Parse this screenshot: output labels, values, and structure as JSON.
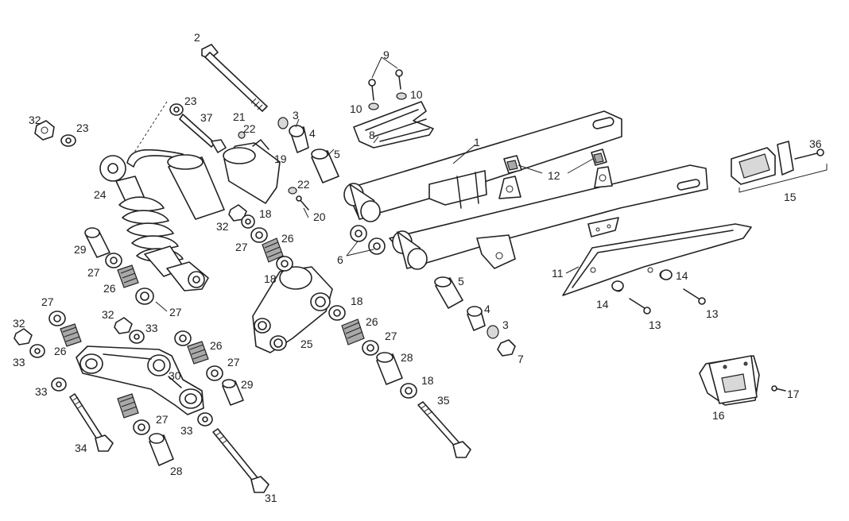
{
  "labels": [
    {
      "id": "p1",
      "text": "1"
    },
    {
      "id": "p2",
      "text": "2"
    },
    {
      "id": "p3a",
      "text": "3"
    },
    {
      "id": "p3b",
      "text": "3"
    },
    {
      "id": "p4a",
      "text": "4"
    },
    {
      "id": "p4b",
      "text": "4"
    },
    {
      "id": "p5a",
      "text": "5"
    },
    {
      "id": "p5b",
      "text": "5"
    },
    {
      "id": "p6",
      "text": "6"
    },
    {
      "id": "p7",
      "text": "7"
    },
    {
      "id": "p8",
      "text": "8"
    },
    {
      "id": "p9",
      "text": "9"
    },
    {
      "id": "p10a",
      "text": "10"
    },
    {
      "id": "p10b",
      "text": "10"
    },
    {
      "id": "p11",
      "text": "11"
    },
    {
      "id": "p12",
      "text": "12"
    },
    {
      "id": "p13a",
      "text": "13"
    },
    {
      "id": "p13b",
      "text": "13"
    },
    {
      "id": "p14a",
      "text": "14"
    },
    {
      "id": "p14b",
      "text": "14"
    },
    {
      "id": "p15",
      "text": "15"
    },
    {
      "id": "p16",
      "text": "16"
    },
    {
      "id": "p17",
      "text": "17"
    },
    {
      "id": "p18a",
      "text": "18"
    },
    {
      "id": "p18b",
      "text": "18"
    },
    {
      "id": "p18c",
      "text": "18"
    },
    {
      "id": "p18d",
      "text": "18"
    },
    {
      "id": "p19",
      "text": "19"
    },
    {
      "id": "p20",
      "text": "20"
    },
    {
      "id": "p21",
      "text": "21"
    },
    {
      "id": "p22a",
      "text": "22"
    },
    {
      "id": "p22b",
      "text": "22"
    },
    {
      "id": "p23a",
      "text": "23"
    },
    {
      "id": "p23b",
      "text": "23"
    },
    {
      "id": "p24",
      "text": "24"
    },
    {
      "id": "p25",
      "text": "25"
    },
    {
      "id": "p26a",
      "text": "26"
    },
    {
      "id": "p26b",
      "text": "26"
    },
    {
      "id": "p26c",
      "text": "26"
    },
    {
      "id": "p26d",
      "text": "26"
    },
    {
      "id": "p26e",
      "text": "26"
    },
    {
      "id": "p27a",
      "text": "27"
    },
    {
      "id": "p27b",
      "text": "27"
    },
    {
      "id": "p27c",
      "text": "27"
    },
    {
      "id": "p27d",
      "text": "27"
    },
    {
      "id": "p27e",
      "text": "27"
    },
    {
      "id": "p27f",
      "text": "27"
    },
    {
      "id": "p27g",
      "text": "27"
    },
    {
      "id": "p28a",
      "text": "28"
    },
    {
      "id": "p28b",
      "text": "28"
    },
    {
      "id": "p29a",
      "text": "29"
    },
    {
      "id": "p29b",
      "text": "29"
    },
    {
      "id": "p30",
      "text": "30"
    },
    {
      "id": "p31",
      "text": "31"
    },
    {
      "id": "p32a",
      "text": "32"
    },
    {
      "id": "p32b",
      "text": "32"
    },
    {
      "id": "p32c",
      "text": "32"
    },
    {
      "id": "p32d",
      "text": "32"
    },
    {
      "id": "p33a",
      "text": "33"
    },
    {
      "id": "p33b",
      "text": "33"
    },
    {
      "id": "p33c",
      "text": "33"
    },
    {
      "id": "p33d",
      "text": "33"
    },
    {
      "id": "p34",
      "text": "34"
    },
    {
      "id": "p35",
      "text": "35"
    },
    {
      "id": "p36",
      "text": "36"
    },
    {
      "id": "p37",
      "text": "37"
    }
  ]
}
